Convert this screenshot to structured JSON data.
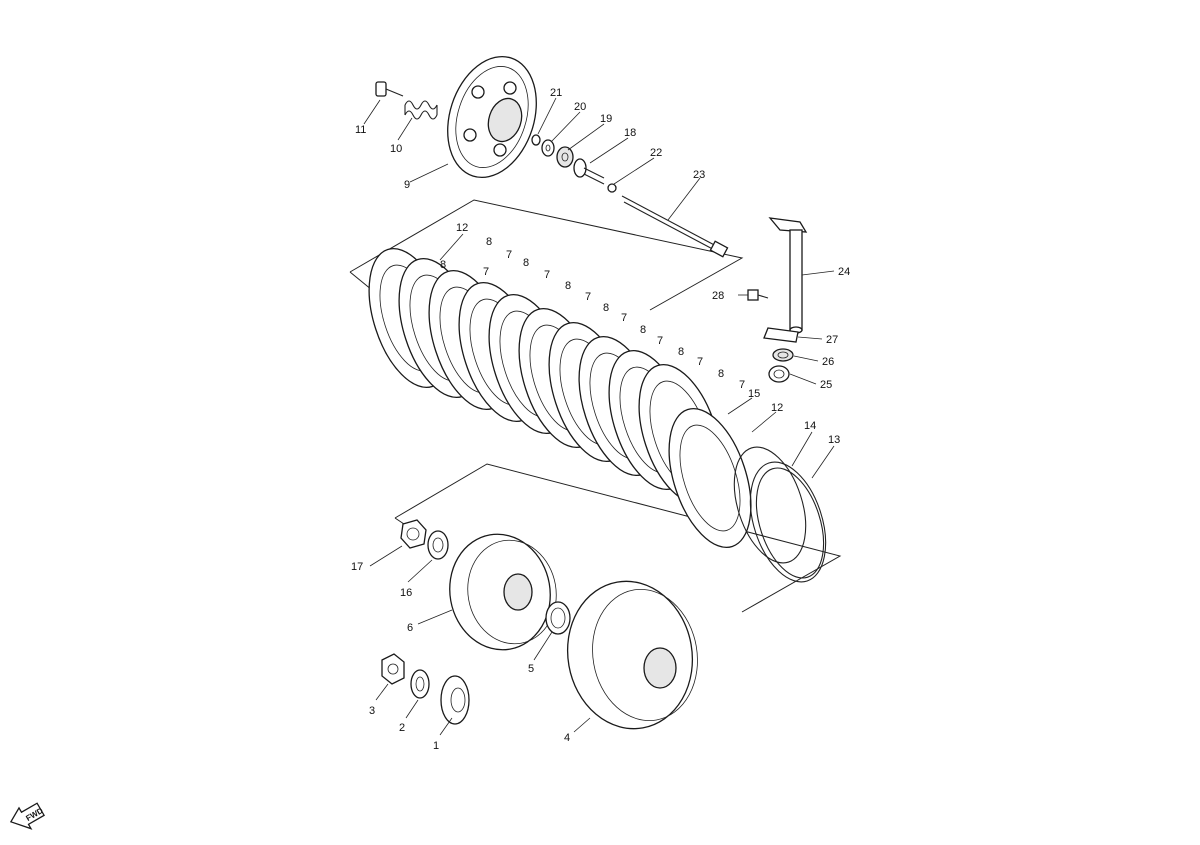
{
  "callouts": [
    {
      "text": "1"
    },
    {
      "text": "2"
    },
    {
      "text": "3"
    },
    {
      "text": "4"
    },
    {
      "text": "5"
    },
    {
      "text": "6"
    },
    {
      "text": "7"
    },
    {
      "text": "7"
    },
    {
      "text": "7"
    },
    {
      "text": "7"
    },
    {
      "text": "7"
    },
    {
      "text": "7"
    },
    {
      "text": "7"
    },
    {
      "text": "7"
    },
    {
      "text": "8"
    },
    {
      "text": "8"
    },
    {
      "text": "8"
    },
    {
      "text": "8"
    },
    {
      "text": "8"
    },
    {
      "text": "8"
    },
    {
      "text": "8"
    },
    {
      "text": "8"
    },
    {
      "text": "9"
    },
    {
      "text": "10"
    },
    {
      "text": "11"
    },
    {
      "text": "12"
    },
    {
      "text": "12"
    },
    {
      "text": "13"
    },
    {
      "text": "14"
    },
    {
      "text": "15"
    },
    {
      "text": "16"
    },
    {
      "text": "17"
    },
    {
      "text": "18"
    },
    {
      "text": "19"
    },
    {
      "text": "20"
    },
    {
      "text": "21"
    },
    {
      "text": "22"
    },
    {
      "text": "23"
    },
    {
      "text": "24"
    },
    {
      "text": "25"
    },
    {
      "text": "26"
    },
    {
      "text": "27"
    },
    {
      "text": "28"
    }
  ],
  "fwd_label": "FWD"
}
